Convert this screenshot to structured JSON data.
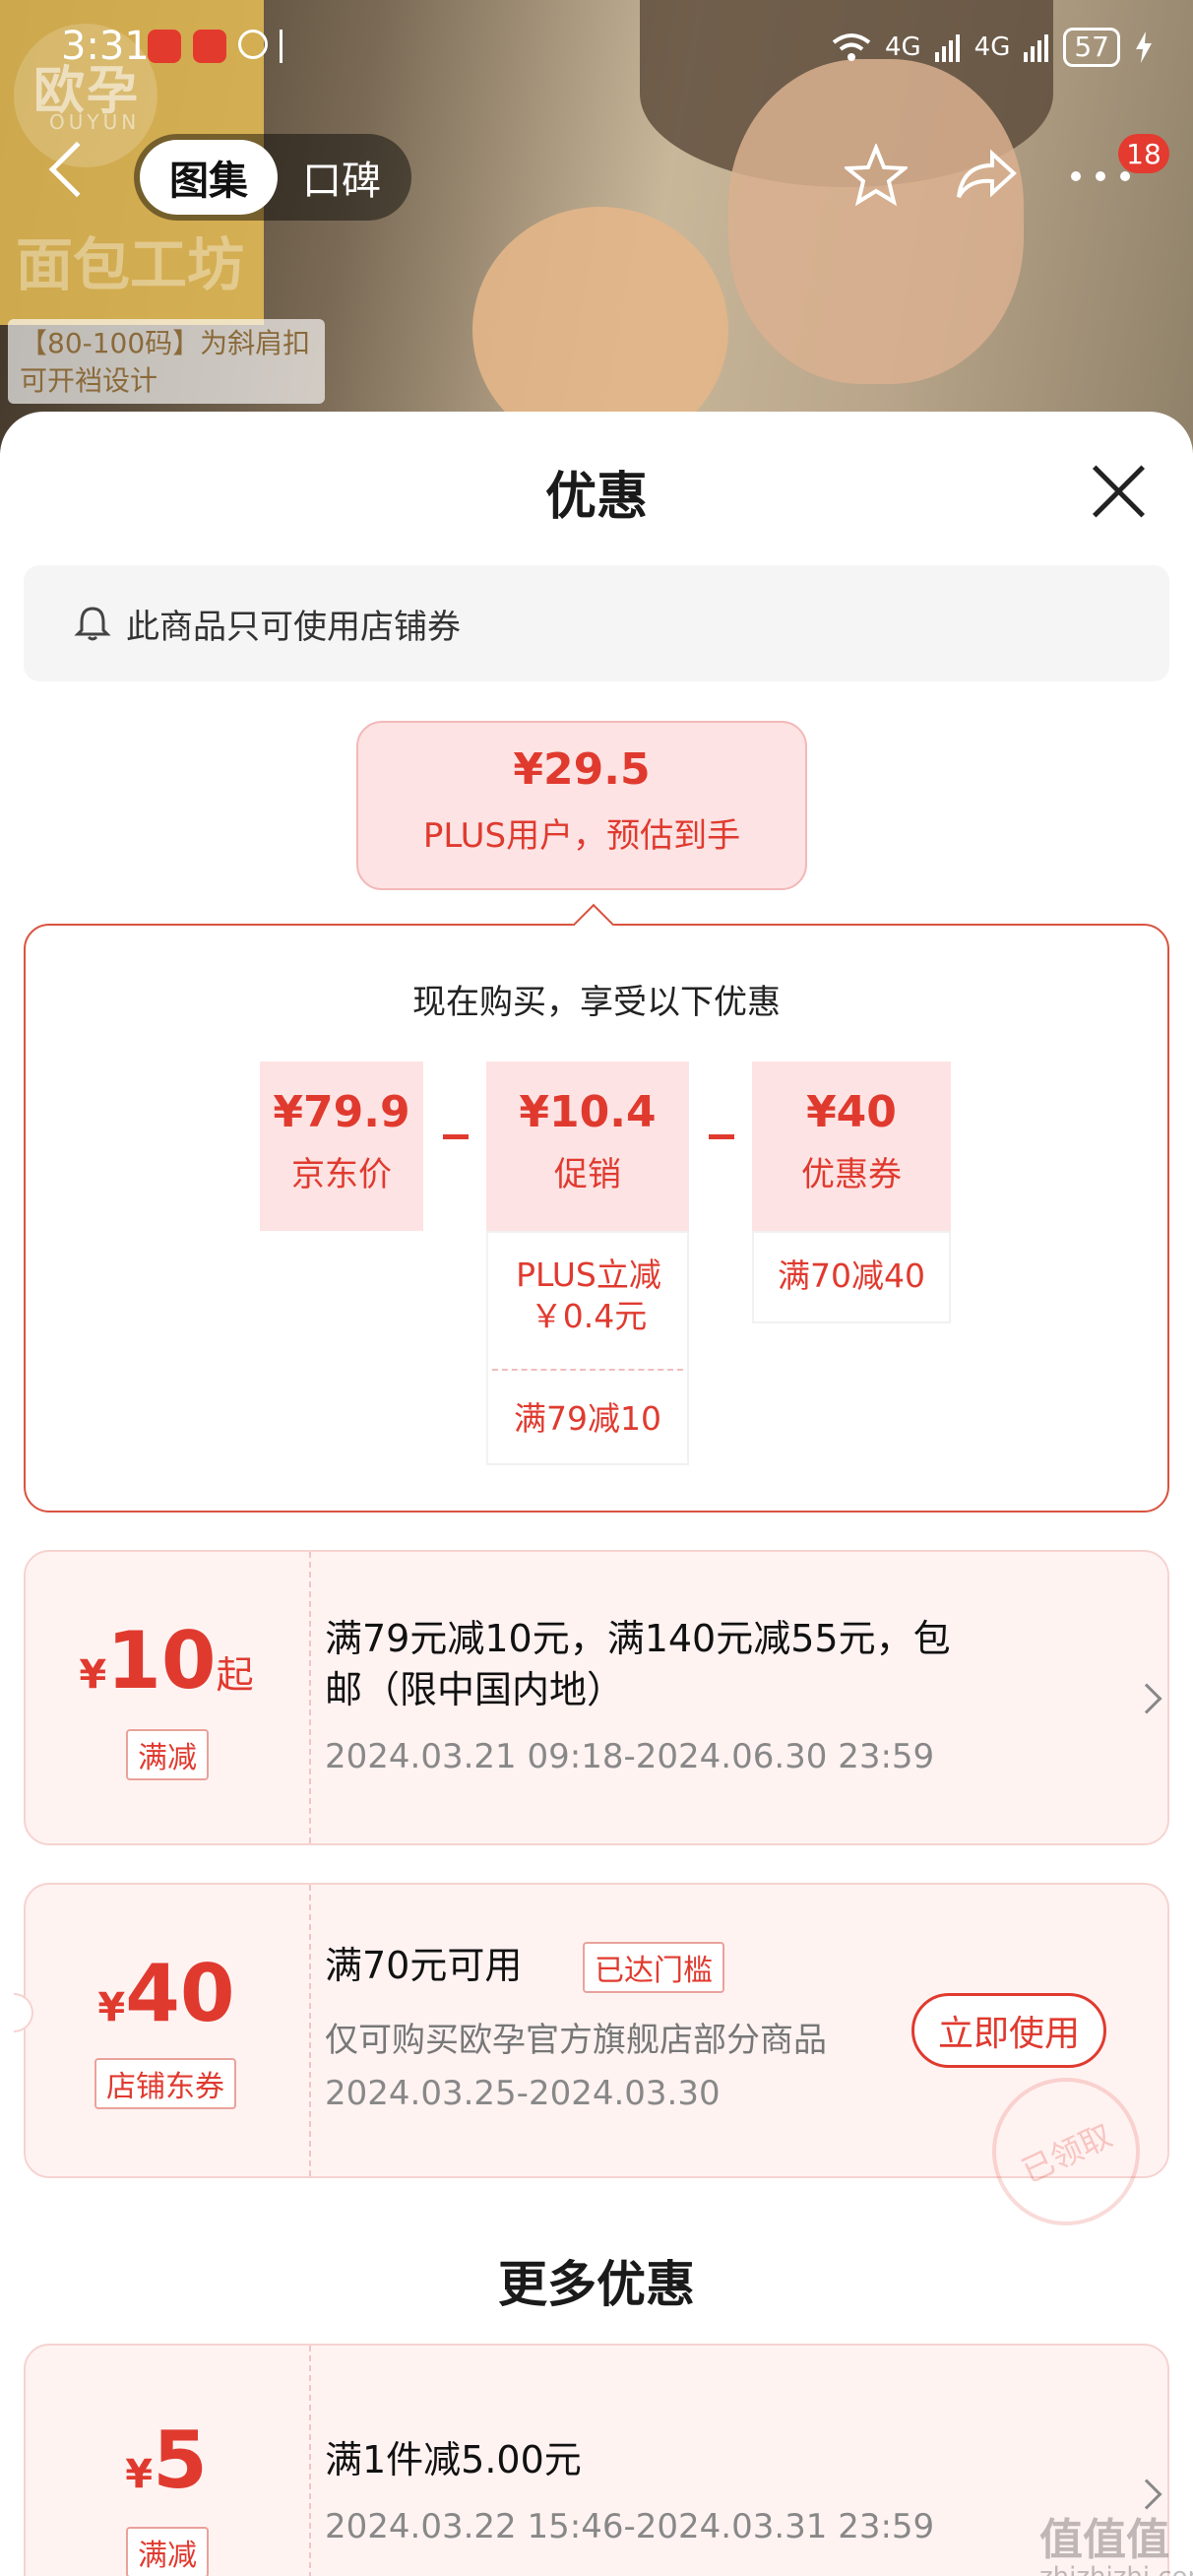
{
  "status_bar": {
    "time": "3:31",
    "network_a": "4G",
    "network_b": "4G",
    "battery": "57"
  },
  "background": {
    "brand": "欧孕",
    "brand_sub": "OUYUN",
    "bakery": "面包工坊",
    "promo": "【80-100码】为斜肩扣可开裆设计"
  },
  "top_nav": {
    "tabs": [
      {
        "label": "图集",
        "active": true
      },
      {
        "label": "口碑",
        "active": false
      }
    ],
    "badge_count": "18"
  },
  "sheet": {
    "title": "优惠",
    "notice": "此商品只可使用店铺券",
    "estimate": {
      "price": "¥29.5",
      "label": "PLUS用户，预估到手"
    },
    "breakdown": {
      "heading": "现在购买，享受以下优惠",
      "items": [
        {
          "value": "¥79.9",
          "label": "京东价"
        },
        {
          "value": "¥10.4",
          "label": "促销",
          "details": [
            "PLUS立减 ￥0.4元",
            "满79减10"
          ]
        },
        {
          "value": "¥40",
          "label": "优惠券",
          "details": [
            "满70减40"
          ]
        }
      ]
    },
    "coupons": [
      {
        "symbol": "¥",
        "amount": "10",
        "suffix": "起",
        "tag": "满减",
        "title": "满79元减10元，满140元减55元，包邮（限中国内地）",
        "validity": "2024.03.21 09:18-2024.06.30 23:59"
      },
      {
        "symbol": "¥",
        "amount": "40",
        "suffix": "",
        "tag": "店铺东券",
        "title": "满70元可用",
        "status_tag": "已达门槛",
        "desc": "仅可购买欧孕官方旗舰店部分商品",
        "validity": "2024.03.25-2024.03.30",
        "button": "立即使用",
        "stamp": "已领取"
      }
    ],
    "more_title": "更多优惠",
    "more_coupons": [
      {
        "symbol": "¥",
        "amount": "5",
        "tag": "满减",
        "title": "满1件减5.00元",
        "validity": "2024.03.22 15:46-2024.03.31 23:59"
      }
    ]
  },
  "watermark": {
    "big": "值值值",
    "small": "zhizhizhi.com"
  },
  "colors": {
    "accent": "#e03a2f",
    "coupon_bg": "#fff3f2",
    "pink_cell": "#fde3e3"
  }
}
